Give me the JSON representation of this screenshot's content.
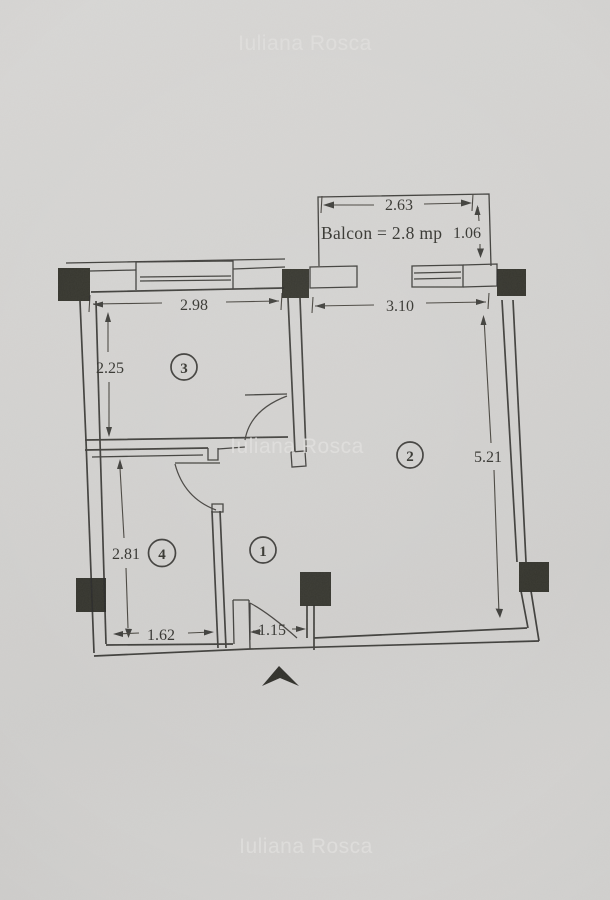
{
  "watermark": {
    "text": "Iuliana Rosca"
  },
  "balcony": {
    "label": "Balcon  = 2.8 mp",
    "width_m": "2.63",
    "depth_m": "1.06"
  },
  "rooms": [
    {
      "number": "1"
    },
    {
      "number": "2"
    },
    {
      "number": "3"
    },
    {
      "number": "4"
    }
  ],
  "dimensions": {
    "room3_width": "2.98",
    "room2_width": "3.10",
    "room3_depth": "2.25",
    "room2_depth": "5.21",
    "room4_depth": "2.81",
    "room4_width": "1.62",
    "entry_width": "1.15"
  },
  "colors": {
    "paper": "#d4d3d1",
    "ink": "#2f2d2a",
    "watermark": "#e3e2e0"
  }
}
